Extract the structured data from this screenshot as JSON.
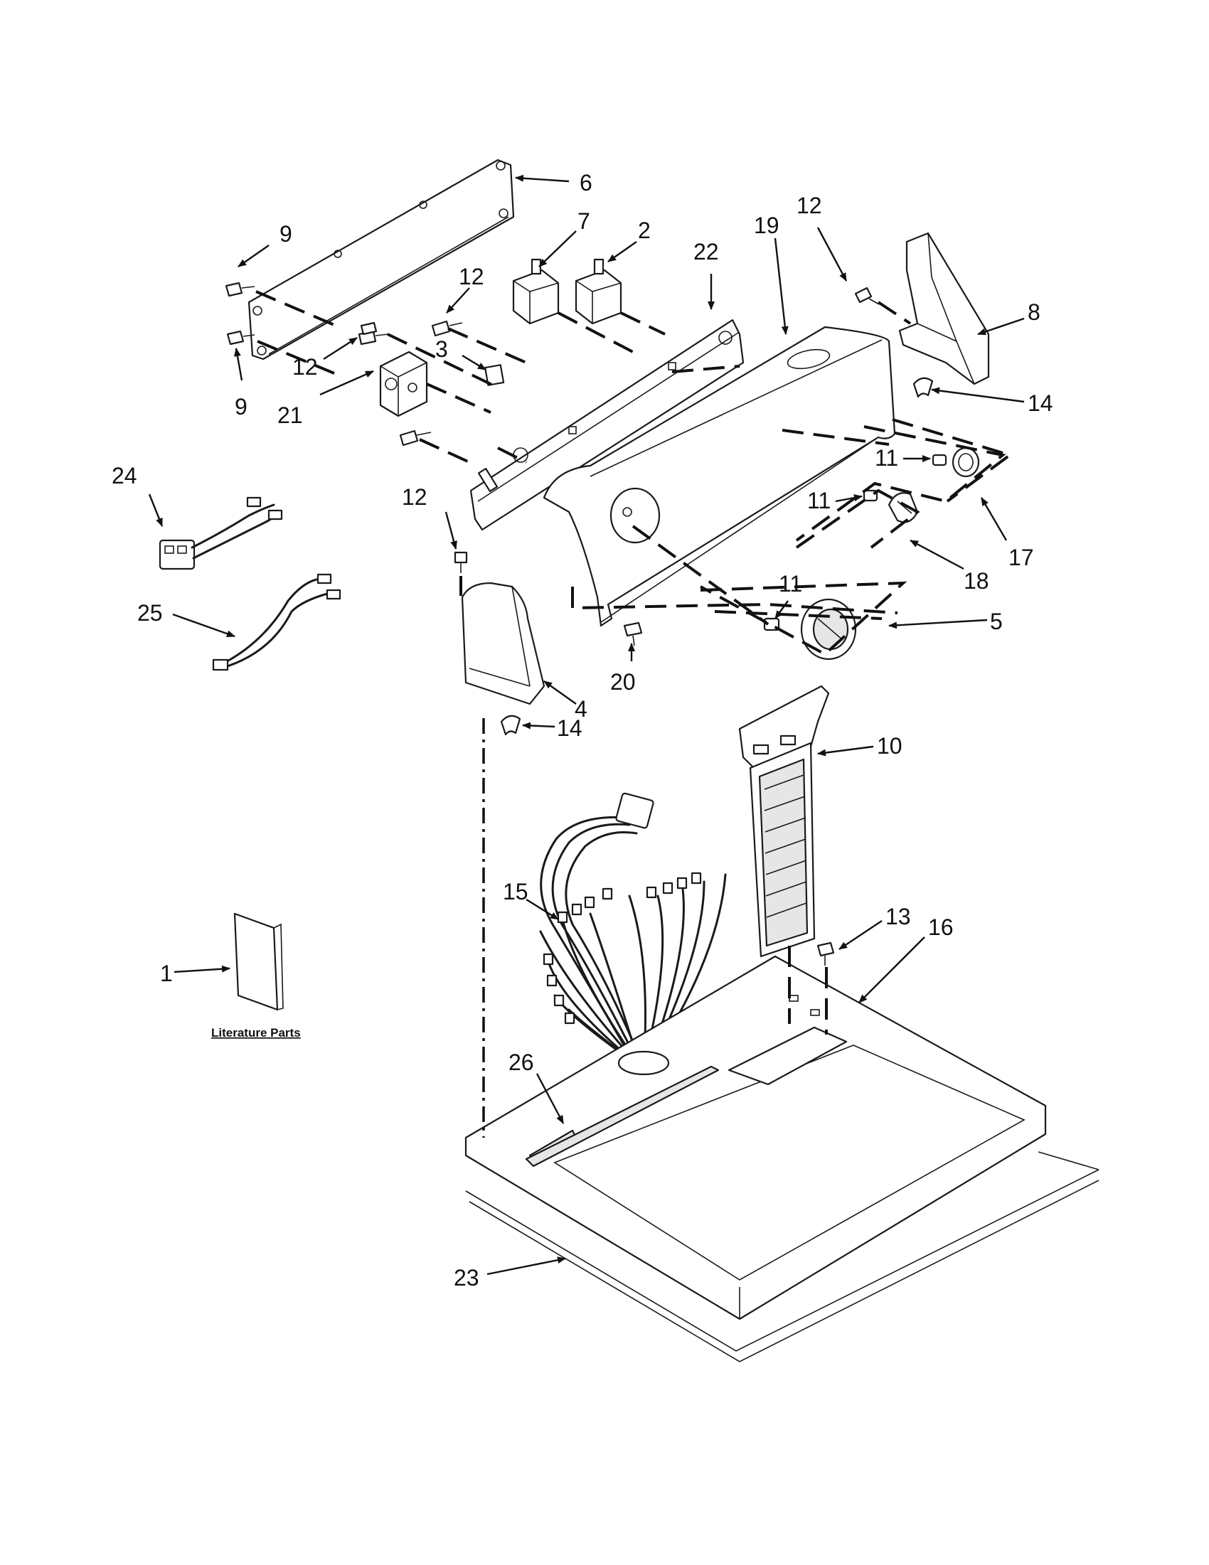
{
  "callouts": {
    "c1": "1",
    "c2": "2",
    "c3": "3",
    "c4": "4",
    "c5": "5",
    "c6": "6",
    "c7": "7",
    "c8": "8",
    "c9a": "9",
    "c9b": "9",
    "c10": "10",
    "c11a": "11",
    "c11b": "11",
    "c11c": "11",
    "c12a": "12",
    "c12b": "12",
    "c12c": "12",
    "c12d": "12",
    "c13": "13",
    "c14a": "14",
    "c14b": "14",
    "c15": "15",
    "c16": "16",
    "c17": "17",
    "c18": "18",
    "c19": "19",
    "c20": "20",
    "c21": "21",
    "c22": "22",
    "c23": "23",
    "c24": "24",
    "c25": "25",
    "c26": "26"
  },
  "literature": {
    "caption": "Literature Parts"
  }
}
